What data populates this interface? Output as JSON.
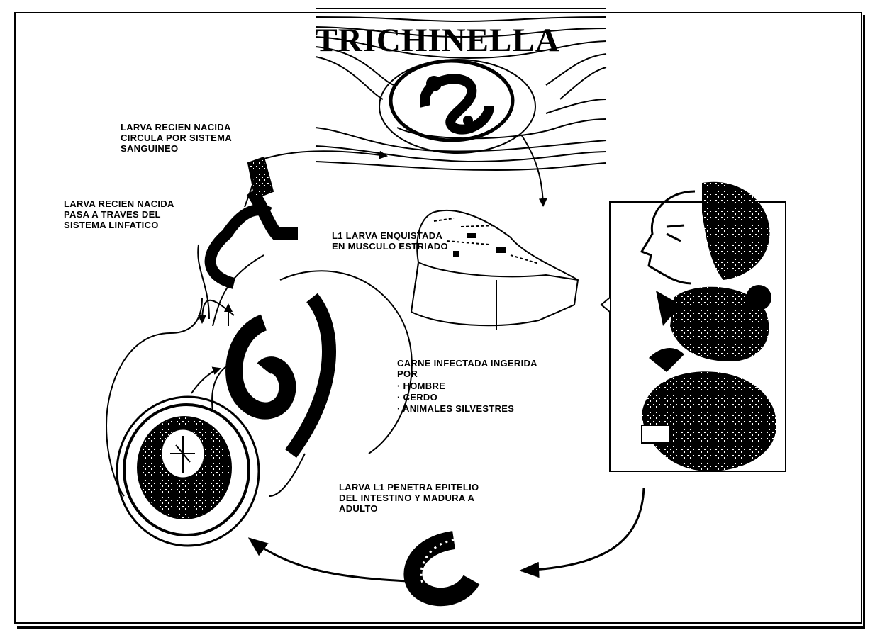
{
  "title": "TRICHINELLA",
  "labels": {
    "blood": "LARVA RECIEN NACIDA\nCIRCULA POR SISTEMA\nSANGUINEO",
    "lymph": "LARVA RECIEN NACIDA\nPASA A TRAVES DEL\nSISTEMA LINFATICO",
    "muscle": "L1 LARVA ENQUISTADA\nEN MUSCULO ESTRIADO",
    "meat_heading": "CARNE INFECTADA INGERIDA\nPOR",
    "hosts": [
      "· HOMBRE",
      "· CERDO",
      "· ANIMALES SILVESTRES"
    ],
    "intestine": "LARVA L1 PENETRA EPITELIO\nDEL INTESTINO Y MADURA A\nADULTO"
  },
  "colors": {
    "ink": "#000000",
    "paper": "#ffffff"
  },
  "icons": [
    "muscle-cyst-icon",
    "infected-meat-icon",
    "hosts-icon",
    "l1-larva-icon",
    "intestine-icon",
    "lymph-vessel-icon"
  ]
}
